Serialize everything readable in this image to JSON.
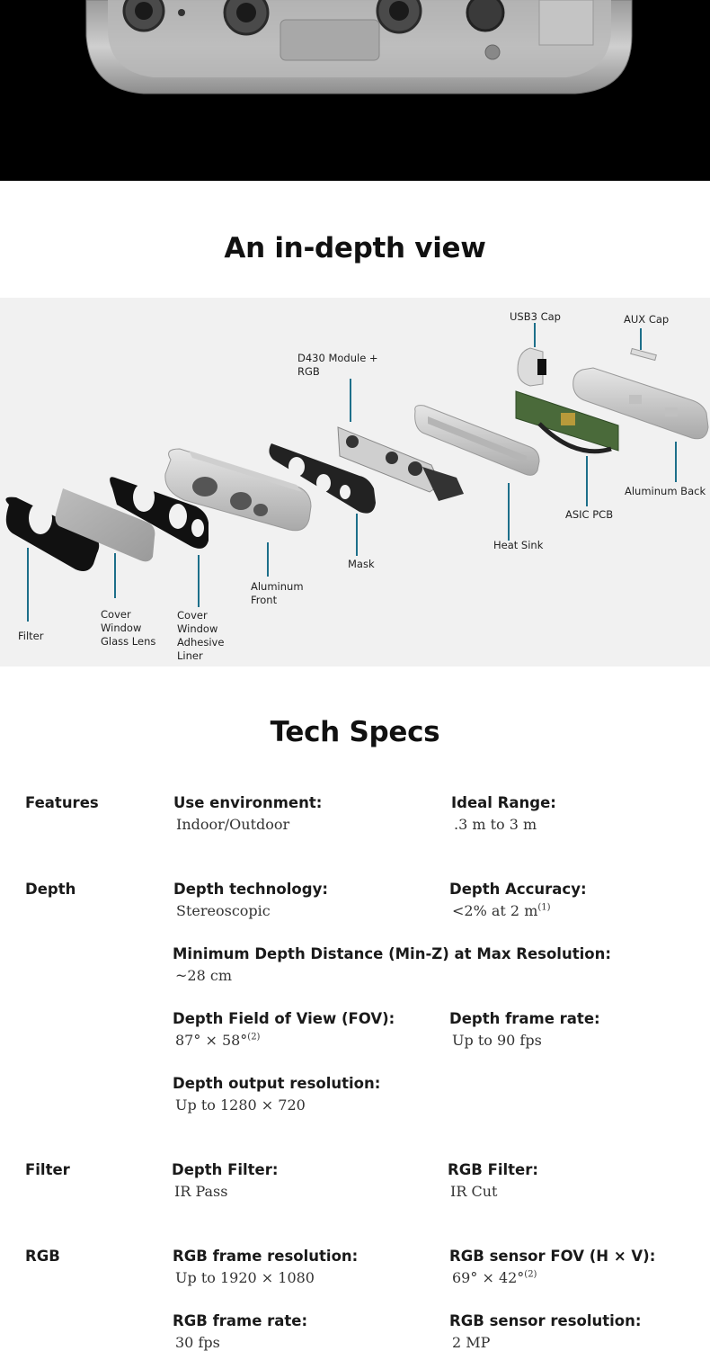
{
  "headings": {
    "in_depth": "An in-depth view",
    "tech_specs": "Tech Specs"
  },
  "diagram": {
    "labels": {
      "usb3_cap": "USB3 Cap",
      "aux_cap": "AUX Cap",
      "d430_module": "D430  Module +\nRGB",
      "aluminum_back": "Aluminum Back",
      "asic_pcb": "ASIC PCB",
      "heat_sink": "Heat Sink",
      "mask": "Mask",
      "aluminum_front": "Aluminum\nFront",
      "cover_window_adhesive": "Cover\nWindow\nAdhesive\nLiner",
      "cover_window_glass": "Cover\nWindow\nGlass Lens",
      "filter": "Filter"
    }
  },
  "specs": {
    "features": {
      "category": "Features",
      "use_env_label": "Use environment:",
      "use_env_value": "Indoor/Outdoor",
      "ideal_range_label": "Ideal Range:",
      "ideal_range_value": ".3 m to 3 m"
    },
    "depth": {
      "category": "Depth",
      "tech_label": "Depth technology:",
      "tech_value": "Stereoscopic",
      "accuracy_label": "Depth Accuracy:",
      "accuracy_value": "<2% at 2 m",
      "accuracy_note": "(1)",
      "minz_label": "Minimum Depth Distance (Min-Z) at Max Resolution:",
      "minz_value": "~28 cm",
      "fov_label": "Depth Field of View (FOV):",
      "fov_value": "87° × 58°",
      "fov_note": "(2)",
      "frame_rate_label": "Depth frame rate:",
      "frame_rate_value": "Up to 90 fps",
      "output_res_label": "Depth output resolution:",
      "output_res_value": "Up to 1280 × 720"
    },
    "filter": {
      "category": "Filter",
      "depth_filter_label": "Depth Filter:",
      "depth_filter_value": "IR Pass",
      "rgb_filter_label": "RGB Filter:",
      "rgb_filter_value": "IR Cut"
    },
    "rgb": {
      "category": "RGB",
      "frame_res_label": "RGB frame resolution:",
      "frame_res_value": "Up to 1920 × 1080",
      "sensor_fov_label": "RGB sensor FOV (H × V):",
      "sensor_fov_value": "69° × 42°",
      "sensor_fov_note": "(2)",
      "frame_rate_label": "RGB frame rate:",
      "frame_rate_value": "30 fps",
      "sensor_res_label": "RGB sensor resolution:",
      "sensor_res_value": "2 MP"
    }
  }
}
